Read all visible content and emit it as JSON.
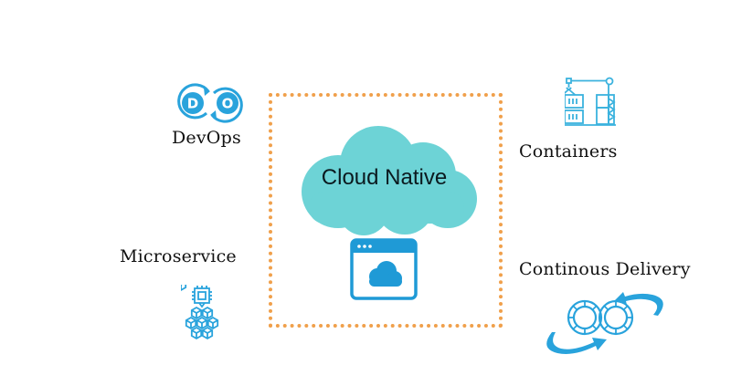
{
  "diagram": {
    "center": {
      "title": "Cloud Native",
      "cloud_color": "#6dd3d6",
      "icon": "browser-cloud-icon"
    },
    "frame_color": "#f0a04b",
    "icon_color": "#29a3dc",
    "nodes": [
      {
        "id": "devops",
        "label": "DevOps",
        "icon": "devops-infinity-icon"
      },
      {
        "id": "containers",
        "label": "Containers",
        "icon": "container-crane-icon"
      },
      {
        "id": "microservice",
        "label": "Microservice",
        "icon": "microservice-cubes-icon"
      },
      {
        "id": "continuous-delivery",
        "label": "Continous Delivery",
        "icon": "continuous-delivery-loop-icon"
      }
    ]
  }
}
